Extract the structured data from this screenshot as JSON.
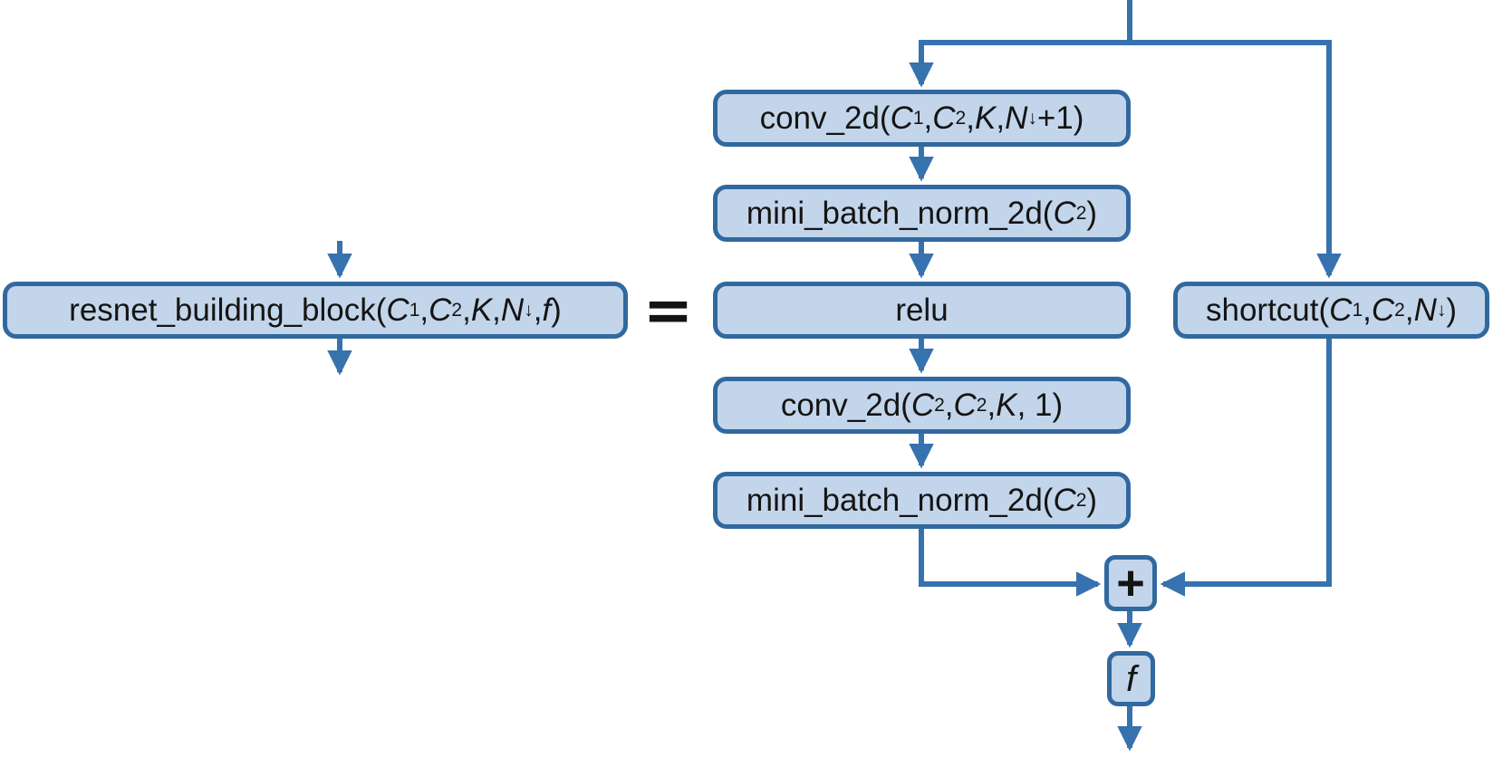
{
  "colors": {
    "box_fill": "#c3d5ea",
    "box_border": "#31699f",
    "line": "#3672ae",
    "text": "#141414",
    "bg": "#ffffff"
  },
  "lhs": {
    "label": "resnet_building_block(C1, C2, K, N↓, f)",
    "label_html": "resnet_building_block(<i>C</i><sub>1</sub>, <i>C</i><sub>2</sub>, <i>K</i>, <i>N</i><sub>↓</sub>, <i>f</i>)"
  },
  "equals": {
    "label": "="
  },
  "chain": {
    "conv1": {
      "label": "conv_2d(C1, C2, K, N↓+1)",
      "label_html": "conv_2d(<i>C</i><sub>1</sub>, <i>C</i><sub>2</sub>, <i>K</i>, <i>N</i><sub>↓</sub>+1)"
    },
    "bn1": {
      "label": "mini_batch_norm_2d(C2)",
      "label_html": "mini_batch_norm_2d(<i>C</i><sub>2</sub>)"
    },
    "relu": {
      "label": "relu",
      "label_html": "relu"
    },
    "conv2": {
      "label": "conv_2d(C2, C2, K, 1)",
      "label_html": "conv_2d(<i>C</i><sub>2</sub>, <i>C</i><sub>2</sub>, <i>K</i>, 1)"
    },
    "bn2": {
      "label": "mini_batch_norm_2d(C2)",
      "label_html": "mini_batch_norm_2d(<i>C</i><sub>2</sub>)"
    }
  },
  "shortcut": {
    "label": "shortcut(C1, C2, N↓)",
    "label_html": "shortcut(<i>C</i><sub>1</sub>, <i>C</i><sub>2</sub>, <i>N</i><sub>↓</sub>)"
  },
  "plus": {
    "label": "+"
  },
  "activation": {
    "label": "f",
    "label_html": "<i>f</i>"
  }
}
